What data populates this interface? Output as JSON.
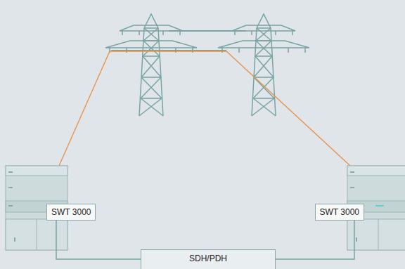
{
  "diagram": {
    "nodes": [
      {
        "text": [
          "SWT 3000"
        ]
      },
      {
        "text": [
          "SWT 3000"
        ]
      },
      {
        "text": [
          "SDH/PDH"
        ]
      }
    ],
    "edges": [
      {
        "from": 0,
        "to": 2,
        "arrow": "none"
      },
      {
        "from": 2,
        "to": 1,
        "arrow": "none"
      }
    ]
  }
}
